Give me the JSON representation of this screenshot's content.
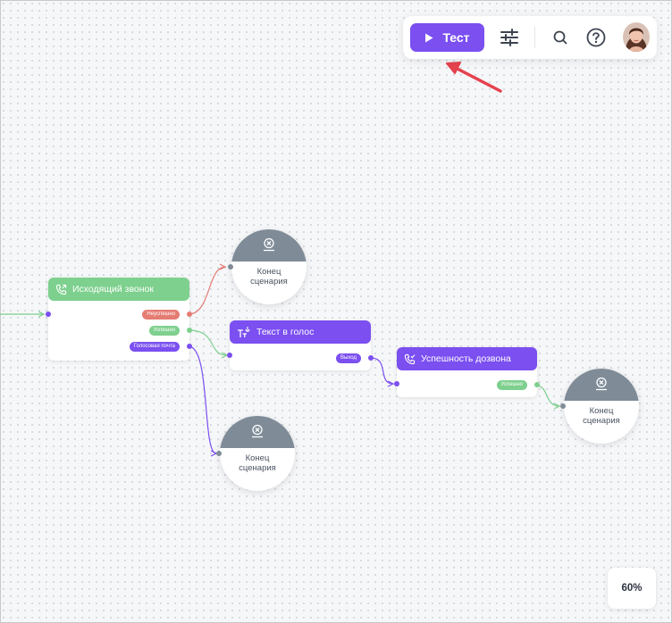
{
  "toolbar": {
    "test_label": "Тест",
    "icons": [
      "play-icon",
      "sliders-icon",
      "search-icon",
      "help-icon",
      "avatar"
    ]
  },
  "nodes": {
    "outgoing_call": {
      "title": "Исходящий звонок",
      "outputs": {
        "failed": "Неуспешно",
        "success": "Успешно",
        "voicemail": "Голосовая почта"
      }
    },
    "tts": {
      "title": "Текст в голос",
      "output": "Выход"
    },
    "call_success": {
      "title": "Успешность дозвона",
      "output": "Успешно"
    },
    "end_1": {
      "label_line1": "Конец",
      "label_line2": "сценария"
    },
    "end_2": {
      "label_line1": "Конец",
      "label_line2": "сценария"
    },
    "end_3": {
      "label_line1": "Конец",
      "label_line2": "сценария"
    }
  },
  "zoom": {
    "level": "60%"
  },
  "colors": {
    "accent": "#7b4ff0",
    "success": "#7ed08e",
    "failure": "#e57c73",
    "end_node": "#7f8c98",
    "annotation_arrow": "#e5424d"
  }
}
